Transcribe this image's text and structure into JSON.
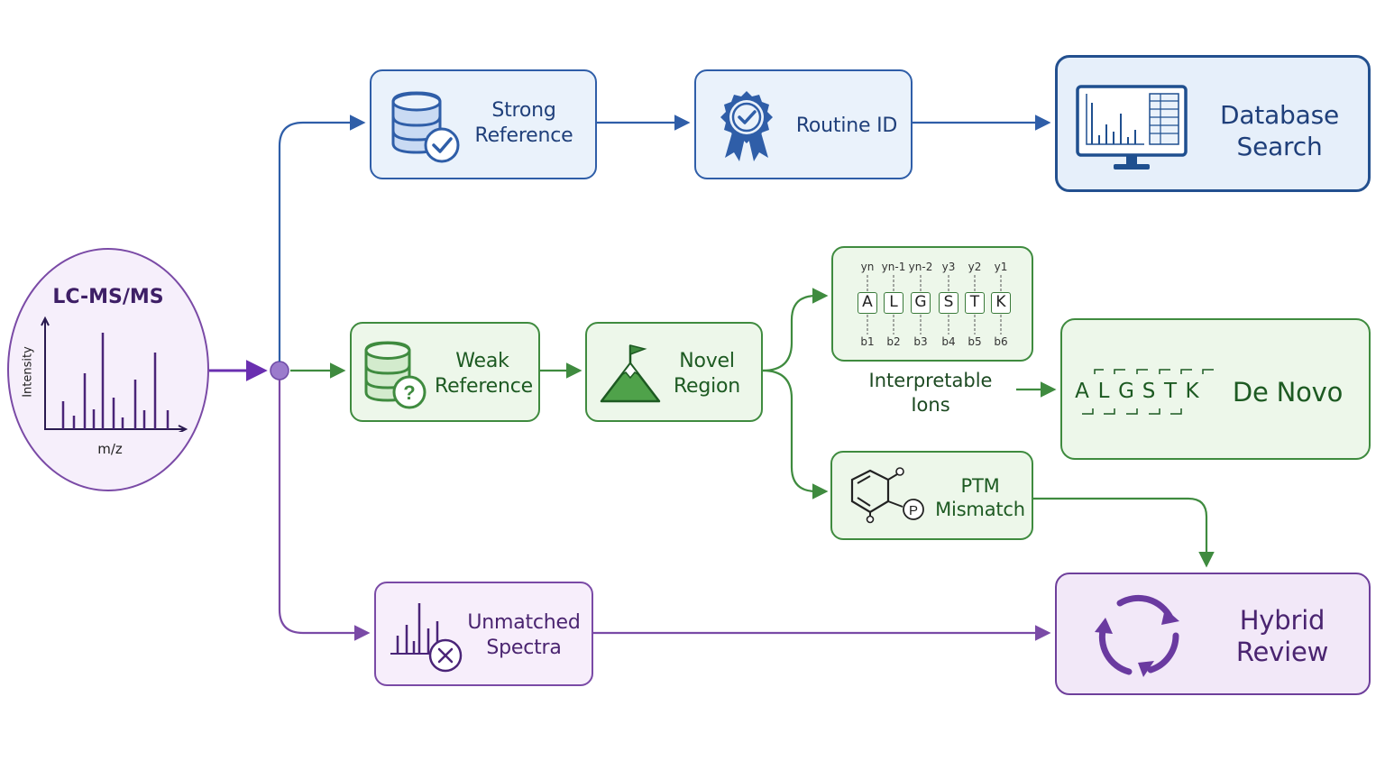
{
  "source": {
    "title": "LC-MS/MS",
    "x_axis_label": "m/z",
    "y_axis_label": "Intensity",
    "spectrum_icon": "mass-spectrum-icon"
  },
  "nodes": {
    "strong_reference": {
      "label_line1": "Strong",
      "label_line2": "Reference",
      "icon": "database-check-icon"
    },
    "routine_id": {
      "label": "Routine ID",
      "icon": "award-badge-icon"
    },
    "database_search": {
      "label_line1": "Database",
      "label_line2": "Search",
      "icon": "monitor-chart-icon"
    },
    "weak_reference": {
      "label_line1": "Weak",
      "label_line2": "Reference",
      "icon": "database-question-icon"
    },
    "novel_region": {
      "label_line1": "Novel",
      "label_line2": "Region",
      "icon": "mountain-flag-icon"
    },
    "interpretable_ions": {
      "label_line1": "Interpretable",
      "label_line2": "Ions",
      "sequence": [
        "A",
        "L",
        "G",
        "S",
        "T",
        "K"
      ],
      "y_ions": [
        "yn",
        "yn-1",
        "yn-2",
        "y3",
        "y2",
        "y1"
      ],
      "b_ions": [
        "b1",
        "b2",
        "b3",
        "b4",
        "b5",
        "b6"
      ]
    },
    "de_novo": {
      "label": "De Novo",
      "sequence": [
        "A",
        "L",
        "G",
        "S",
        "T",
        "K"
      ]
    },
    "ptm_mismatch": {
      "label_line1": "PTM",
      "label_line2": "Mismatch",
      "icon": "phospho-ring-icon",
      "marker": "P"
    },
    "unmatched_spectra": {
      "label_line1": "Unmatched",
      "label_line2": "Spectra",
      "icon": "spectrum-x-icon"
    },
    "hybrid_review": {
      "label_line1": "Hybrid",
      "label_line2": "Review",
      "icon": "cycle-arrows-icon"
    }
  },
  "colors": {
    "blue": "#2f5ea8",
    "green": "#3f8b3f",
    "purple": "#7a4aa6"
  }
}
